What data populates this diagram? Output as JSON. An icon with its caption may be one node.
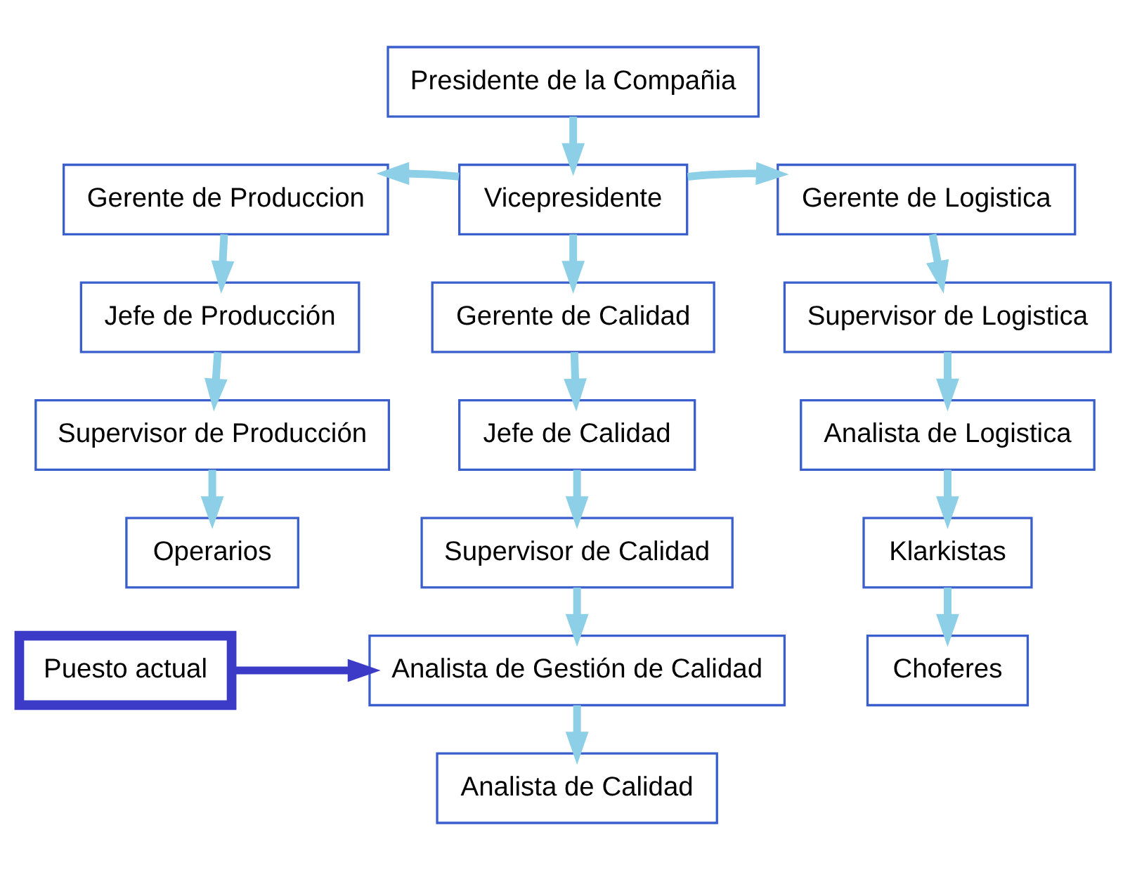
{
  "diagram": {
    "nodes": [
      {
        "text": [
          "Presidente de la Compañia"
        ]
      },
      {
        "text": [
          "Vicepresidente"
        ]
      },
      {
        "text": [
          "Gerente de Produccion"
        ]
      },
      {
        "text": [
          "Gerente de Logistica"
        ]
      },
      {
        "text": [
          "Jefe de Producción"
        ]
      },
      {
        "text": [
          "Gerente de Calidad"
        ]
      },
      {
        "text": [
          "Supervisor de Logistica"
        ]
      },
      {
        "text": [
          "Supervisor de Producción"
        ]
      },
      {
        "text": [
          "Jefe de Calidad"
        ]
      },
      {
        "text": [
          "Analista de Logistica"
        ]
      },
      {
        "text": [
          "Operarios"
        ]
      },
      {
        "text": [
          "Supervisor de Calidad"
        ]
      },
      {
        "text": [
          "Klarkistas"
        ]
      },
      {
        "text": [
          "Puesto actual"
        ]
      },
      {
        "text": [
          "Analista de Gestión de Calidad"
        ]
      },
      {
        "text": [
          "Choferes"
        ]
      },
      {
        "text": [
          "Analista de Calidad"
        ]
      }
    ],
    "edges": [
      {
        "from": 0,
        "to": 1,
        "arrow": "to"
      },
      {
        "from": 1,
        "to": 2,
        "arrow": "to"
      },
      {
        "from": 1,
        "to": 3,
        "arrow": "to"
      },
      {
        "from": 2,
        "to": 4,
        "arrow": "to"
      },
      {
        "from": 4,
        "to": 7,
        "arrow": "to"
      },
      {
        "from": 7,
        "to": 10,
        "arrow": "to"
      },
      {
        "from": 1,
        "to": 5,
        "arrow": "to"
      },
      {
        "from": 5,
        "to": 8,
        "arrow": "to"
      },
      {
        "from": 8,
        "to": 11,
        "arrow": "to"
      },
      {
        "from": 11,
        "to": 14,
        "arrow": "to"
      },
      {
        "from": 14,
        "to": 16,
        "arrow": "to"
      },
      {
        "from": 3,
        "to": 6,
        "arrow": "to"
      },
      {
        "from": 6,
        "to": 9,
        "arrow": "to"
      },
      {
        "from": 9,
        "to": 12,
        "arrow": "to"
      },
      {
        "from": 12,
        "to": 15,
        "arrow": "to"
      },
      {
        "from": 13,
        "to": 14,
        "arrow": "to",
        "color": "#3b3bc8"
      }
    ]
  }
}
